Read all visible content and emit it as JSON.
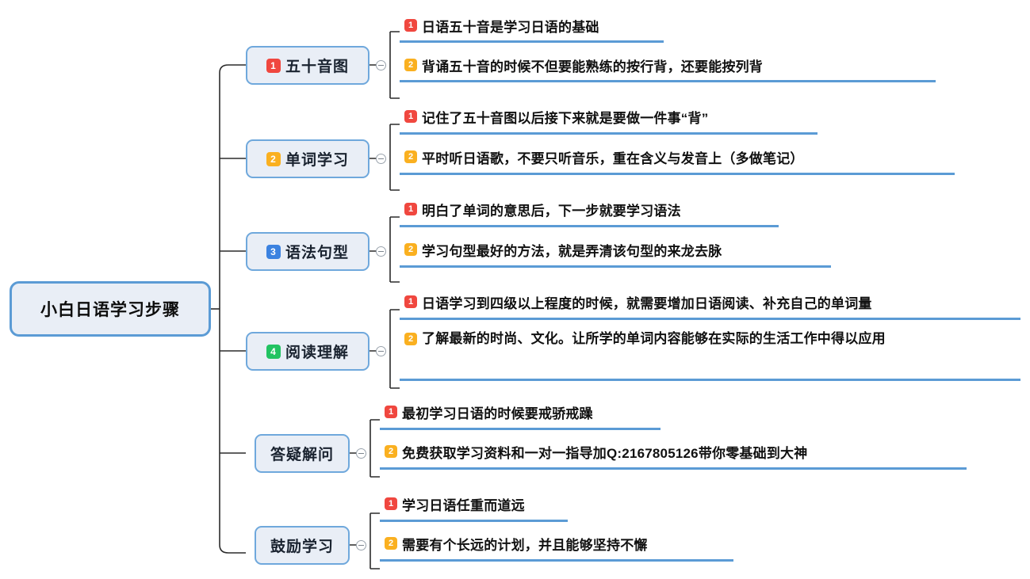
{
  "root": {
    "label": "小白日语学习步骤"
  },
  "colors": {
    "node_fill": "#E9EEF6",
    "node_border": "#6FA8DC",
    "root_border": "#5B9BD5",
    "underline": "#5B9BD5",
    "connector": "#2b2b2b",
    "badge_red": "#F0473F",
    "badge_orange": "#FAB020",
    "badge_blue": "#3B82E0",
    "badge_green": "#22C362"
  },
  "branches": [
    {
      "id": "branch-1",
      "label": "五十音图",
      "badge": "1",
      "badge_color": "red",
      "leaves": [
        {
          "badge": "1",
          "badge_color": "red",
          "text": "日语五十音是学习日语的基础"
        },
        {
          "badge": "2",
          "badge_color": "orange",
          "text": "背诵五十音的时候不但要能熟练的按行背，还要能按列背"
        }
      ]
    },
    {
      "id": "branch-2",
      "label": "单词学习",
      "badge": "2",
      "badge_color": "orange",
      "leaves": [
        {
          "badge": "1",
          "badge_color": "red",
          "text": "记住了五十音图以后接下来就是要做一件事“背”"
        },
        {
          "badge": "2",
          "badge_color": "orange",
          "text": "平时听日语歌，不要只听音乐，重在含义与发音上（多做笔记）"
        }
      ]
    },
    {
      "id": "branch-3",
      "label": "语法句型",
      "badge": "3",
      "badge_color": "blue",
      "leaves": [
        {
          "badge": "1",
          "badge_color": "red",
          "text": "明白了单词的意思后，下一步就要学习语法"
        },
        {
          "badge": "2",
          "badge_color": "orange",
          "text": "学习句型最好的方法，就是弄清该句型的来龙去脉"
        }
      ]
    },
    {
      "id": "branch-4",
      "label": "阅读理解",
      "badge": "4",
      "badge_color": "green",
      "leaves": [
        {
          "badge": "1",
          "badge_color": "red",
          "text": "日语学习到四级以上程度的时候，就需要增加日语阅读、补充自己的单词量"
        },
        {
          "badge": "2",
          "badge_color": "orange",
          "text": "了解最新的时尚、文化。让所学的单词内容能够在实际的生活工作中得以应用"
        }
      ]
    },
    {
      "id": "branch-5",
      "label": "答疑解问",
      "badge": "",
      "badge_color": "",
      "leaves": [
        {
          "badge": "1",
          "badge_color": "red",
          "text": "最初学习日语的时候要戒骄戒躁"
        },
        {
          "badge": "2",
          "badge_color": "orange",
          "text": "免费获取学习资料和一对一指导加Q:2167805126带你零基础到大神"
        }
      ]
    },
    {
      "id": "branch-6",
      "label": "鼓励学习",
      "badge": "",
      "badge_color": "",
      "leaves": [
        {
          "badge": "1",
          "badge_color": "red",
          "text": "学习日语任重而道远"
        },
        {
          "badge": "2",
          "badge_color": "orange",
          "text": "需要有个长远的计划，并且能够坚持不懈"
        }
      ]
    }
  ]
}
